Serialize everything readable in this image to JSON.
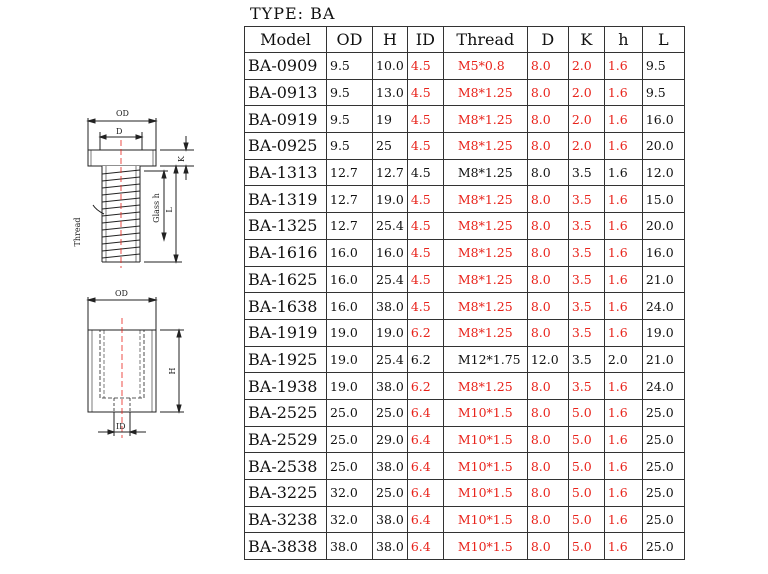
{
  "type_title": "TYPE: BA",
  "headers": [
    "Model",
    "OD",
    "H",
    "ID",
    "Thread",
    "D",
    "K",
    "h",
    "L"
  ],
  "red_color": "#e8231b",
  "drawing_labels": {
    "top_od": "OD",
    "top_d": "D",
    "top_k": "K",
    "glass_h": "Glass h",
    "length": "L",
    "thread": "Thread",
    "bottom_od": "OD",
    "bottom_h": "H",
    "bottom_id": "ID"
  },
  "rows": [
    {
      "model": "BA-0909",
      "od": "9.5",
      "h": "10.0",
      "id": "4.5",
      "thread": "M5*0.8",
      "d": "8.0",
      "k": "2.0",
      "hh": "1.6",
      "l": "9.5",
      "red": [
        "id",
        "thread",
        "d",
        "k",
        "hh"
      ]
    },
    {
      "model": "BA-0913",
      "od": "9.5",
      "h": "13.0",
      "id": "4.5",
      "thread": "M8*1.25",
      "d": "8.0",
      "k": "2.0",
      "hh": "1.6",
      "l": "9.5",
      "red": [
        "id",
        "thread",
        "d",
        "k",
        "hh"
      ]
    },
    {
      "model": "BA-0919",
      "od": "9.5",
      "h": "19",
      "id": "4.5",
      "thread": "M8*1.25",
      "d": "8.0",
      "k": "2.0",
      "hh": "1.6",
      "l": "16.0",
      "red": [
        "id",
        "thread",
        "d",
        "k",
        "hh"
      ]
    },
    {
      "model": "BA-0925",
      "od": "9.5",
      "h": "25",
      "id": "4.5",
      "thread": "M8*1.25",
      "d": "8.0",
      "k": "2.0",
      "hh": "1.6",
      "l": "20.0",
      "red": [
        "id",
        "thread",
        "d",
        "k",
        "hh"
      ]
    },
    {
      "model": "BA-1313",
      "od": "12.7",
      "h": "12.7",
      "id": "4.5",
      "thread": "M8*1.25",
      "d": "8.0",
      "k": "3.5",
      "hh": "1.6",
      "l": "12.0",
      "red": []
    },
    {
      "model": "BA-1319",
      "od": "12.7",
      "h": "19.0",
      "id": "4.5",
      "thread": "M8*1.25",
      "d": "8.0",
      "k": "3.5",
      "hh": "1.6",
      "l": "15.0",
      "red": [
        "id",
        "thread",
        "d",
        "k",
        "hh"
      ]
    },
    {
      "model": "BA-1325",
      "od": "12.7",
      "h": "25.4",
      "id": "4.5",
      "thread": "M8*1.25",
      "d": "8.0",
      "k": "3.5",
      "hh": "1.6",
      "l": "20.0",
      "red": [
        "id",
        "thread",
        "d",
        "k",
        "hh"
      ]
    },
    {
      "model": "BA-1616",
      "od": "16.0",
      "h": "16.0",
      "id": "4.5",
      "thread": "M8*1.25",
      "d": "8.0",
      "k": "3.5",
      "hh": "1.6",
      "l": "16.0",
      "red": [
        "id",
        "thread",
        "d",
        "k",
        "hh"
      ]
    },
    {
      "model": "BA-1625",
      "od": "16.0",
      "h": "25.4",
      "id": "4.5",
      "thread": "M8*1.25",
      "d": "8.0",
      "k": "3.5",
      "hh": "1.6",
      "l": "21.0",
      "red": [
        "id",
        "thread",
        "d",
        "k",
        "hh"
      ]
    },
    {
      "model": "BA-1638",
      "od": "16.0",
      "h": "38.0",
      "id": "4.5",
      "thread": "M8*1.25",
      "d": "8.0",
      "k": "3.5",
      "hh": "1.6",
      "l": "24.0",
      "red": [
        "id",
        "thread",
        "d",
        "k",
        "hh"
      ]
    },
    {
      "model": "BA-1919",
      "od": "19.0",
      "h": "19.0",
      "id": "6.2",
      "thread": "M8*1.25",
      "d": "8.0",
      "k": "3.5",
      "hh": "1.6",
      "l": "19.0",
      "red": [
        "id",
        "thread",
        "d",
        "k",
        "hh"
      ]
    },
    {
      "model": "BA-1925",
      "od": "19.0",
      "h": "25.4",
      "id": "6.2",
      "thread": "M12*1.75",
      "d": "12.0",
      "k": "3.5",
      "hh": "2.0",
      "l": "21.0",
      "red": []
    },
    {
      "model": "BA-1938",
      "od": "19.0",
      "h": "38.0",
      "id": "6.2",
      "thread": "M8*1.25",
      "d": "8.0",
      "k": "3.5",
      "hh": "1.6",
      "l": "24.0",
      "red": [
        "id",
        "thread",
        "d",
        "k",
        "hh"
      ]
    },
    {
      "model": "BA-2525",
      "od": "25.0",
      "h": "25.0",
      "id": "6.4",
      "thread": "M10*1.5",
      "d": "8.0",
      "k": "5.0",
      "hh": "1.6",
      "l": "25.0",
      "red": [
        "id",
        "thread",
        "d",
        "k",
        "hh"
      ]
    },
    {
      "model": "BA-2529",
      "od": "25.0",
      "h": "29.0",
      "id": "6.4",
      "thread": "M10*1.5",
      "d": "8.0",
      "k": "5.0",
      "hh": "1.6",
      "l": "25.0",
      "red": [
        "id",
        "thread",
        "d",
        "k",
        "hh"
      ]
    },
    {
      "model": "BA-2538",
      "od": "25.0",
      "h": "38.0",
      "id": "6.4",
      "thread": "M10*1.5",
      "d": "8.0",
      "k": "5.0",
      "hh": "1.6",
      "l": "25.0",
      "red": [
        "id",
        "thread",
        "d",
        "k",
        "hh"
      ]
    },
    {
      "model": "BA-3225",
      "od": "32.0",
      "h": "25.0",
      "id": "6.4",
      "thread": "M10*1.5",
      "d": "8.0",
      "k": "5.0",
      "hh": "1.6",
      "l": "25.0",
      "red": [
        "id",
        "thread",
        "d",
        "k",
        "hh"
      ]
    },
    {
      "model": "BA-3238",
      "od": "32.0",
      "h": "38.0",
      "id": "6.4",
      "thread": "M10*1.5",
      "d": "8.0",
      "k": "5.0",
      "hh": "1.6",
      "l": "25.0",
      "red": [
        "id",
        "thread",
        "d",
        "k",
        "hh"
      ]
    },
    {
      "model": "BA-3838",
      "od": "38.0",
      "h": "38.0",
      "id": "6.4",
      "thread": "M10*1.5",
      "d": "8.0",
      "k": "5.0",
      "hh": "1.6",
      "l": "25.0",
      "red": [
        "id",
        "thread",
        "d",
        "k",
        "hh"
      ]
    }
  ]
}
